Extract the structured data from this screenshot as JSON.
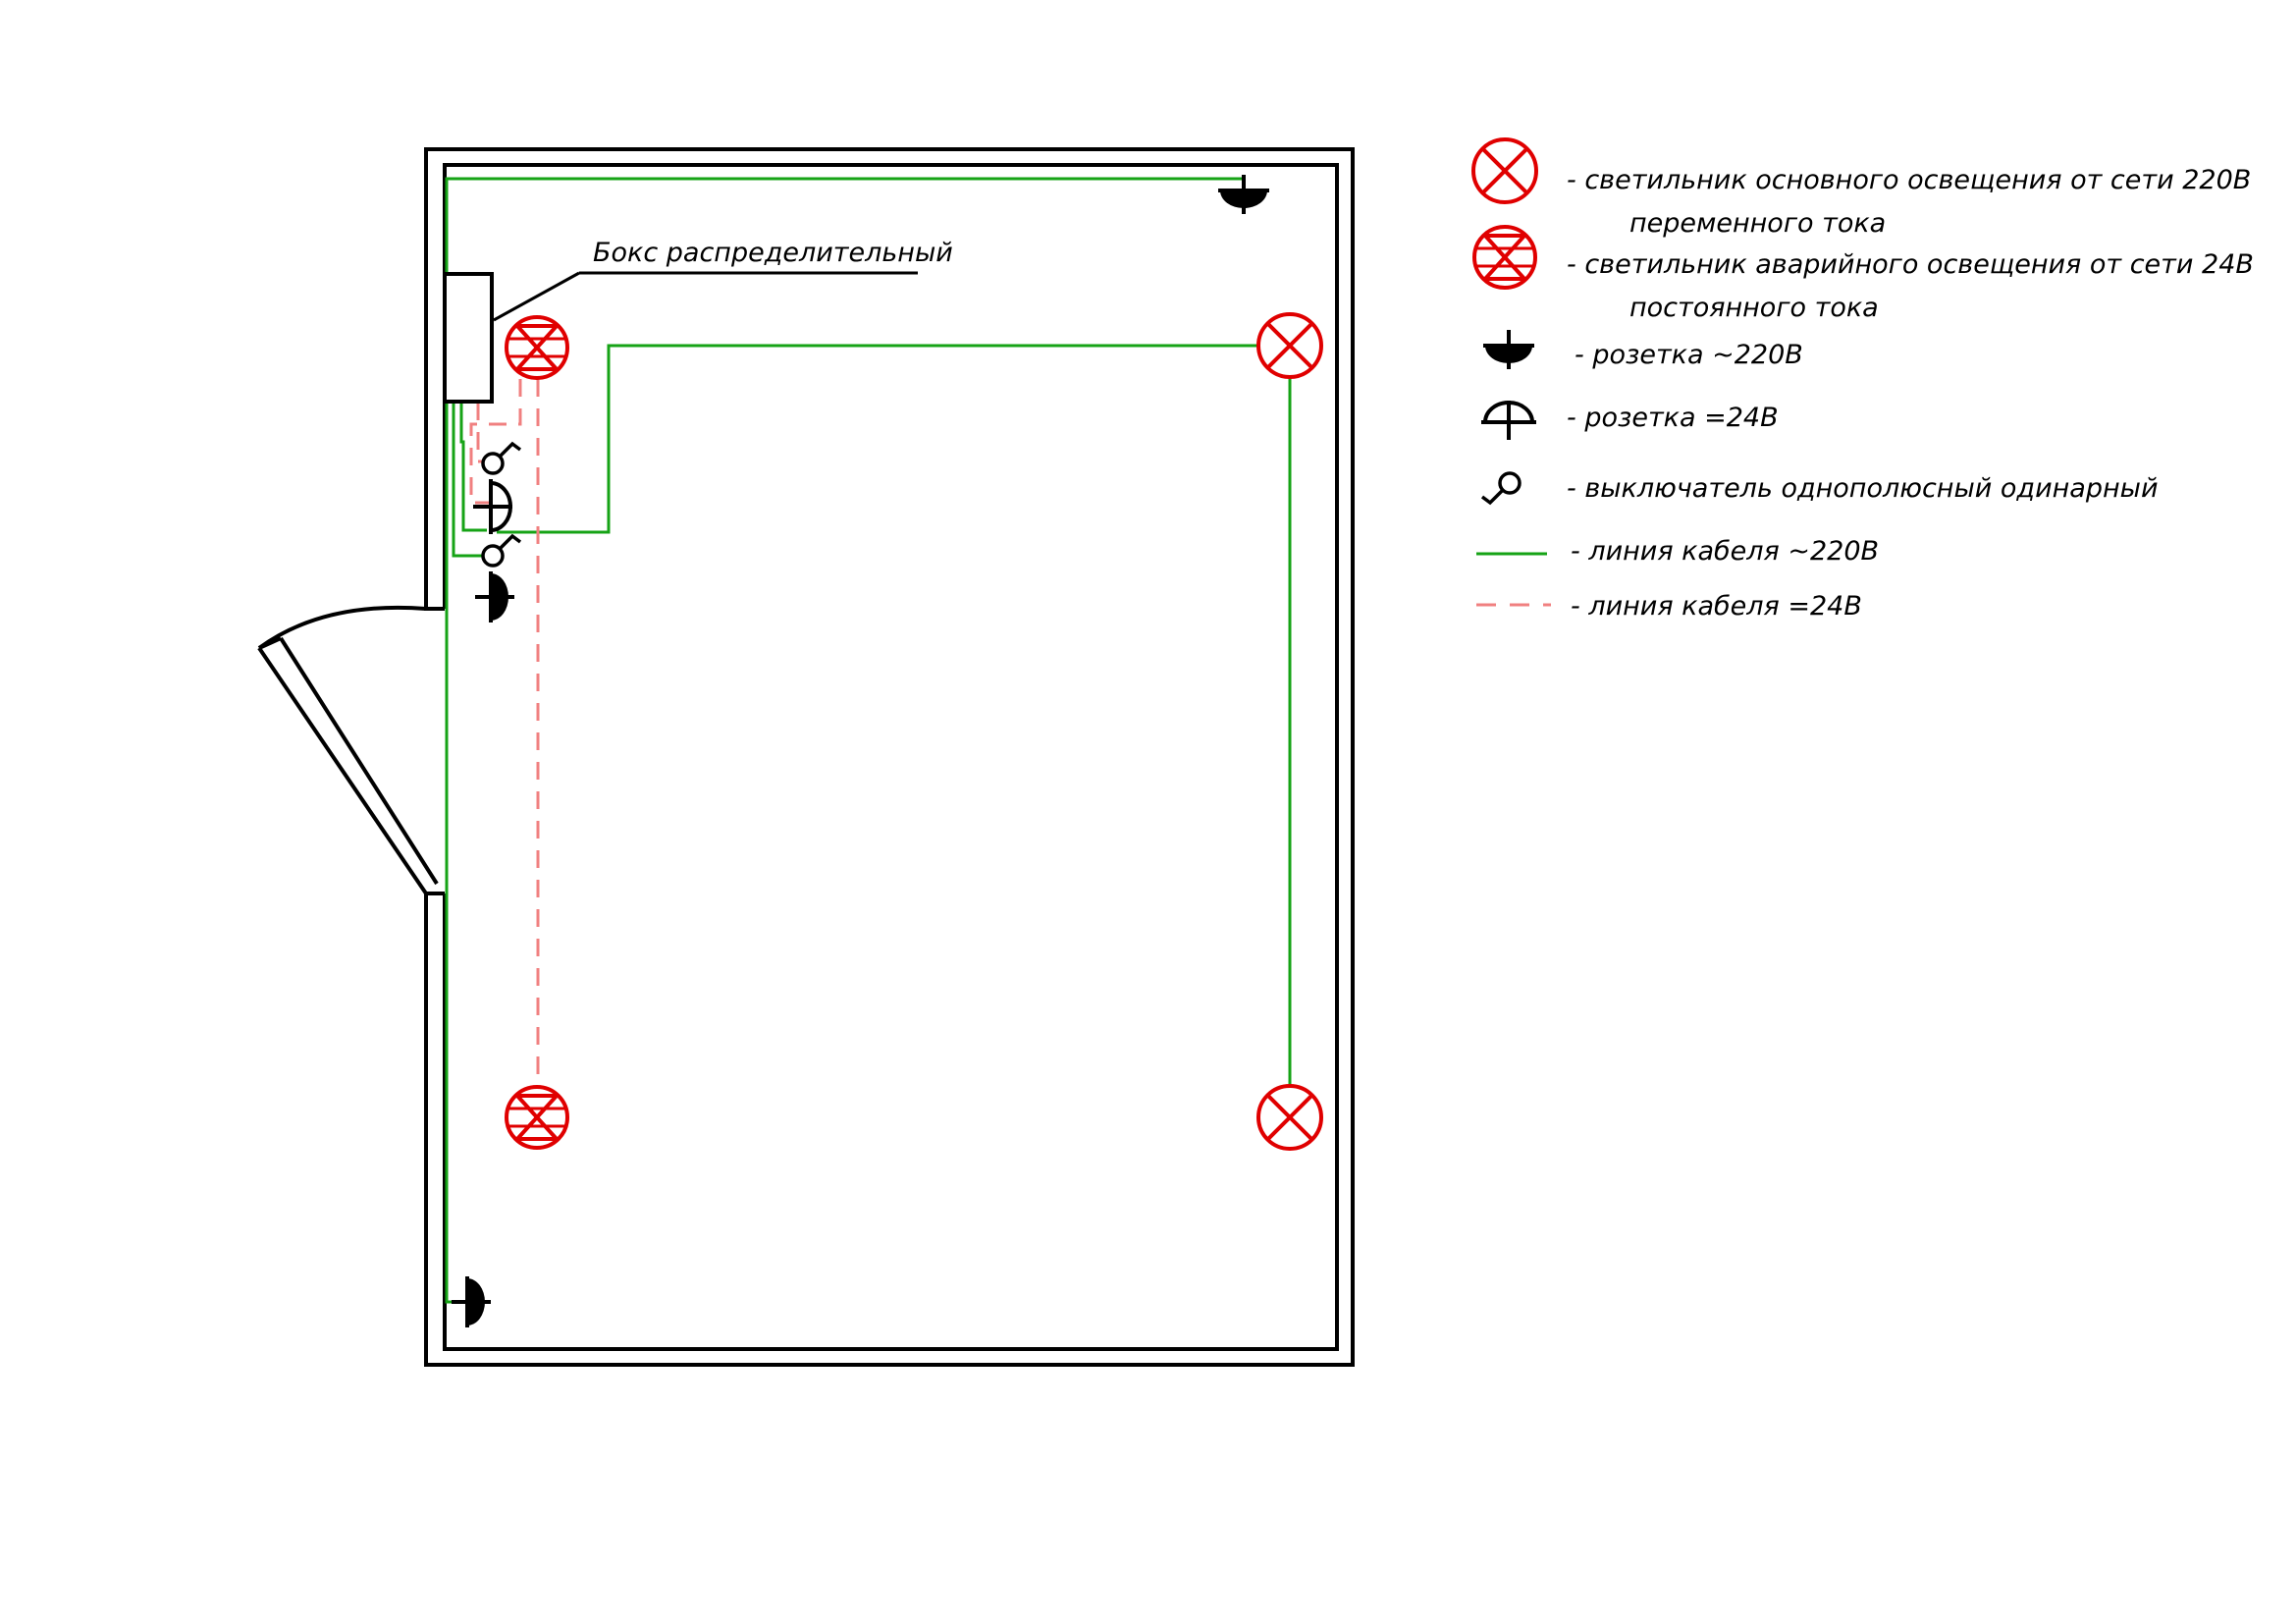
{
  "box_label": "Бокс распределительный",
  "colors": {
    "cable_220": "#16a316",
    "cable_24": "#f08080",
    "fixture": "#e00000",
    "walls": "#000000"
  },
  "legend": [
    {
      "symbol": "main-light-icon",
      "line1": "- светильник основного освещения от  сети 220В",
      "line2": "переменного тока"
    },
    {
      "symbol": "emergency-light-icon",
      "line1": "- светильник аварийного освещения от сети 24В",
      "line2": "постоянного тока"
    },
    {
      "symbol": "socket-220-icon",
      "line1": "- розетка ~220В",
      "line2": ""
    },
    {
      "symbol": "socket-24-icon",
      "line1": "- розетка =24В",
      "line2": ""
    },
    {
      "symbol": "switch-icon",
      "line1": "- выключатель однополюсный одинарный",
      "line2": ""
    },
    {
      "symbol": "cable-220-line-icon",
      "line1": "- линия кабеля ~220В",
      "line2": ""
    },
    {
      "symbol": "cable-24-line-icon",
      "line1": "- линия кабеля  =24В",
      "line2": ""
    }
  ]
}
